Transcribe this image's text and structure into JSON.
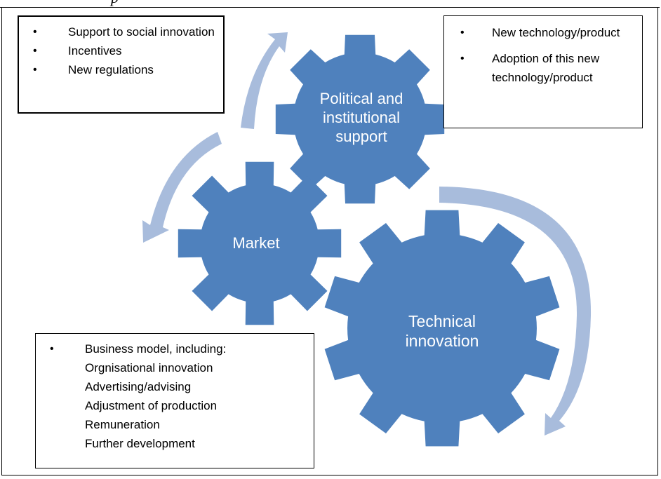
{
  "page": {
    "header_fragment": "p"
  },
  "gears": {
    "political": "Political and institutional support",
    "market": "Market",
    "technical": "Technical innovation"
  },
  "boxes": {
    "top_left": {
      "items": [
        "Support to social innovation",
        "Incentives",
        "New regulations"
      ]
    },
    "top_right": {
      "items": [
        "New technology/product",
        "Adoption of this new technology/product"
      ]
    },
    "bottom_left": {
      "lead": "Business model, including:",
      "sub_items": [
        "Orgnisational innovation",
        "Advertising/advising",
        "Adjustment of production",
        "Remuneration",
        "Further development"
      ]
    }
  },
  "colors": {
    "gear_fill": "#4f81bd",
    "arrow_fill": "#a8bcdc",
    "text_on_gear": "#ffffff"
  }
}
